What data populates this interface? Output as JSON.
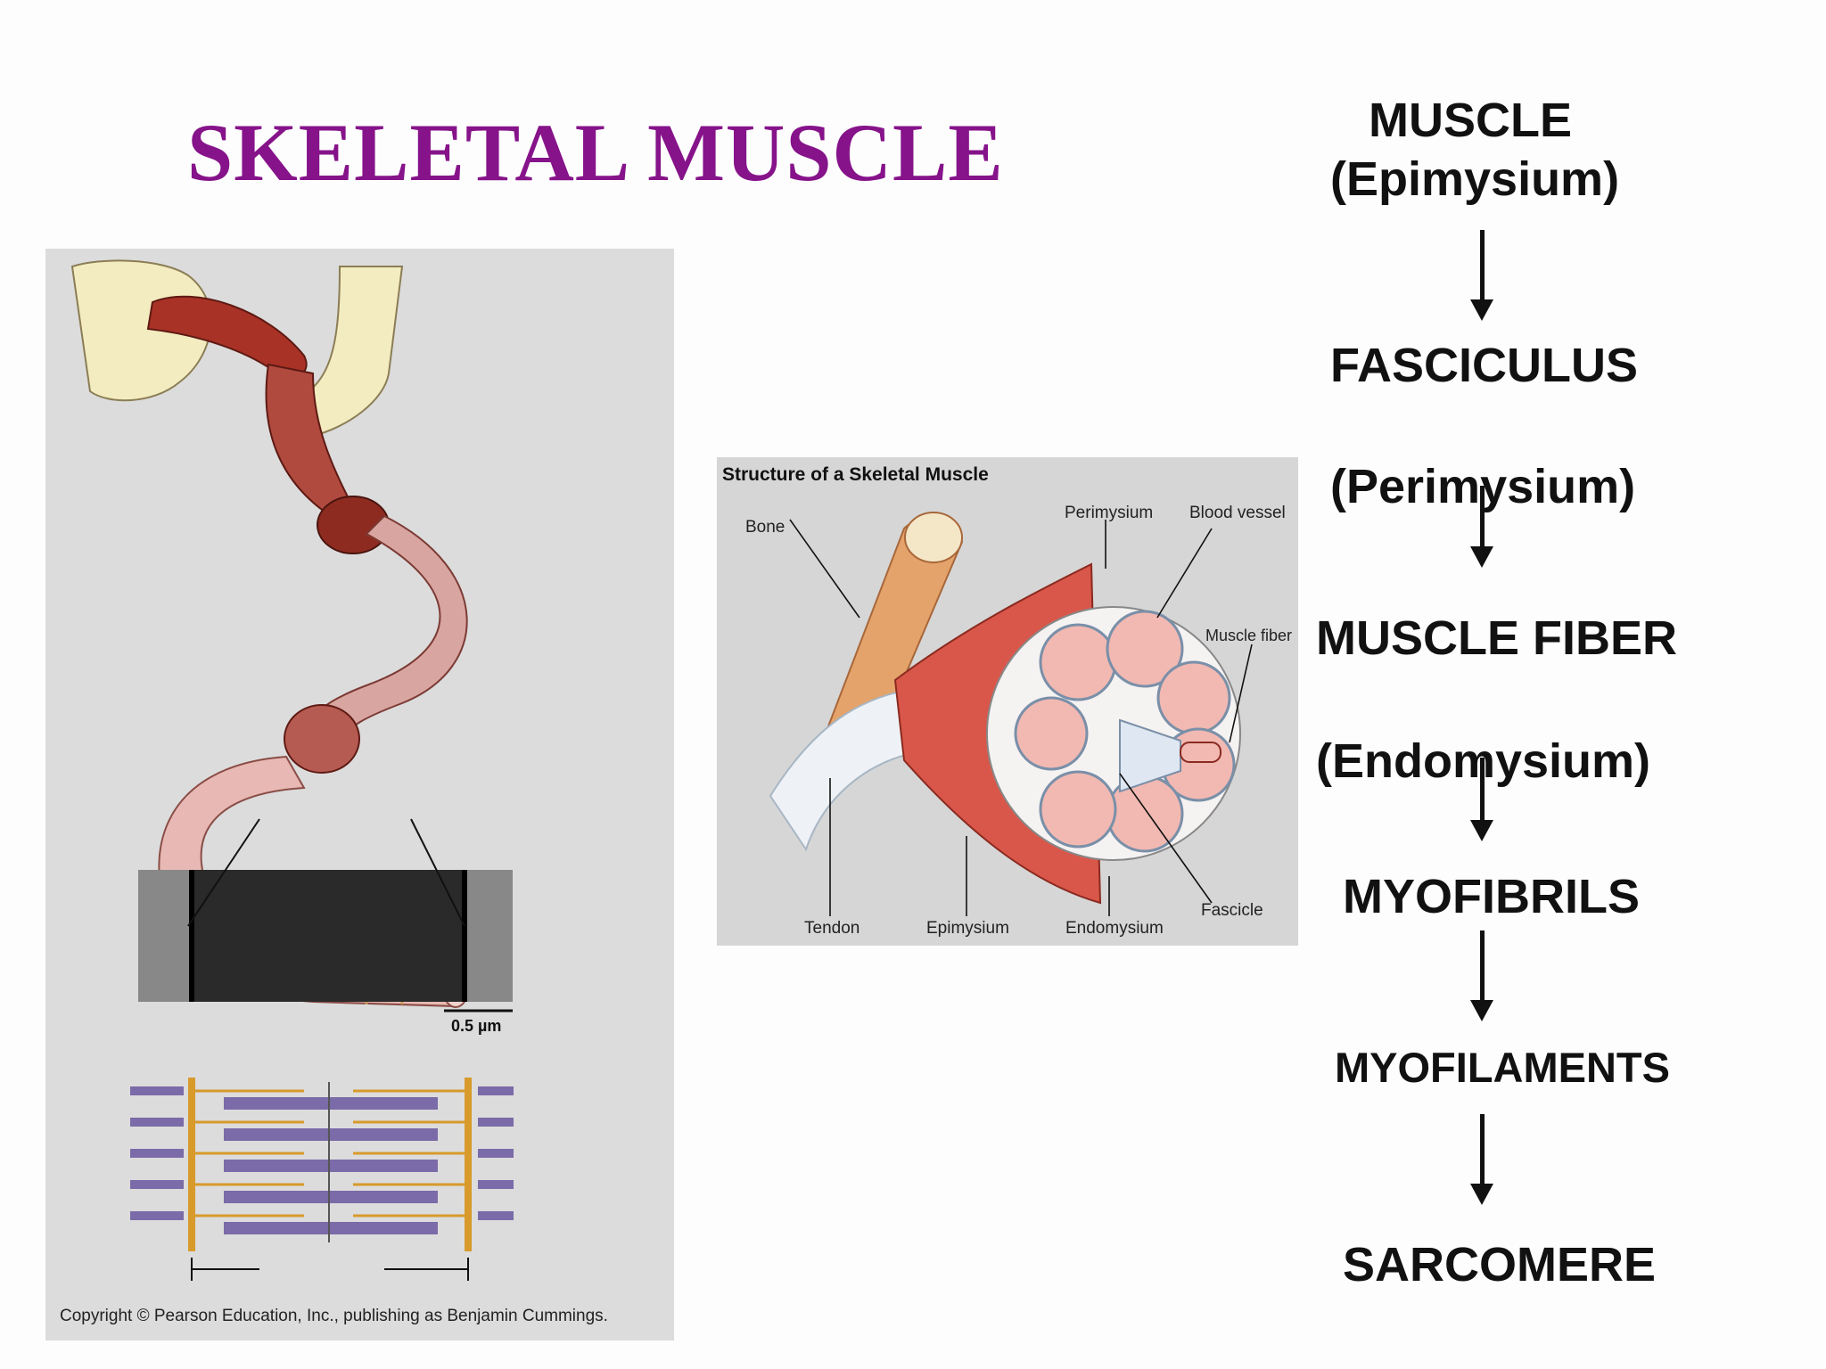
{
  "slide": {
    "title": "SKELETAL MUSCLE"
  },
  "left_figure": {
    "scale_label": "0.5 µm",
    "copyright": "Copyright © Pearson Education, Inc., publishing as Benjamin Cummings."
  },
  "mid_figure": {
    "heading": "Structure of a Skeletal Muscle",
    "labels": {
      "bone": "Bone",
      "perimysium": "Perimysium",
      "blood_vessel": "Blood vessel",
      "muscle_fiber": "Muscle fiber",
      "tendon": "Tendon",
      "epimysium": "Epimysium",
      "endomysium": "Endomysium",
      "fascicle": "Fascicle"
    }
  },
  "hierarchy": {
    "muscle": "MUSCLE",
    "epimysium": "(Epimysium)",
    "fasciculus": "FASCICULUS",
    "perimysium": "(Perimysium)",
    "muscle_fiber": "MUSCLE FIBER",
    "endomysium": "(Endomysium)",
    "myofibrils": "MYOFIBRILS",
    "myofilaments": "MYOFILAMENTS",
    "sarcomere": "SARCOMERE"
  },
  "colors": {
    "title": "#86138a",
    "muscle_red": "#c0392b",
    "panel_gray": "#dcdcdc"
  }
}
